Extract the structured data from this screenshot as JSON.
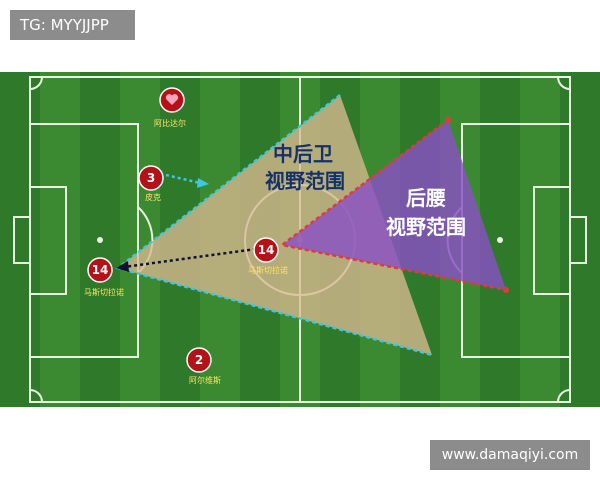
{
  "watermark_tag": "TG: MYYJJPP",
  "website": "www.damaqiyi.com",
  "colors": {
    "grass_dark": "#2f7a2a",
    "grass_light": "#3f8f35",
    "pitch_lines": "#e8f2e0",
    "cb_zone_fill": "#d9b98f",
    "cb_zone_edge": "#3fc6e0",
    "dm_zone_fill": "#8a4fc4",
    "dm_zone_edge": "#e23a3a",
    "player_circle": "#b31218",
    "cb_zone_text": "#15306b",
    "dm_zone_text": "#ffffff"
  },
  "zones": {
    "center_back": {
      "line1": "中后卫",
      "line2": "视野范围"
    },
    "defensive_mid": {
      "line1": "后腰",
      "line2": "视野范围"
    }
  },
  "players": [
    {
      "number": "",
      "name": "阿比达尔",
      "icon": "heart-icon"
    },
    {
      "number": "3",
      "name": "皮克"
    },
    {
      "number": "14",
      "name": "马斯切拉诺"
    },
    {
      "number": "14",
      "name": "马斯切拉诺"
    },
    {
      "number": "2",
      "name": "阿尔维斯"
    }
  ]
}
